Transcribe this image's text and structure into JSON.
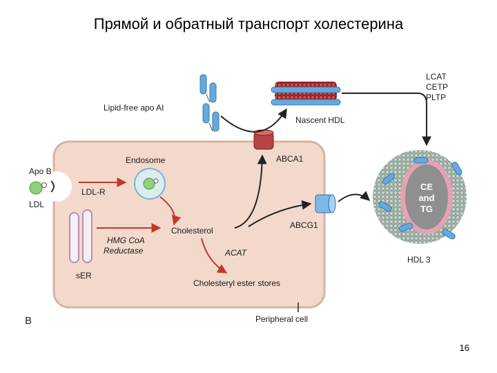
{
  "slide": {
    "title": "Прямой и обратный транспорт холестерина",
    "page_number": "16"
  },
  "diagram": {
    "panel_label": "B",
    "labels": {
      "lipid_free_apo_ai": "Lipid-free apo AI",
      "nascent_hdl": "Nascent HDL",
      "lcat": "LCAT",
      "cetp": "CETP",
      "pltp": "PLTP",
      "endosome": "Endosome",
      "abca1": "ABCA1",
      "apo_b": "Apo B",
      "ldl": "LDL",
      "ldl_r": "LDL-R",
      "cholesterol": "Cholesterol",
      "abcg1": "ABCG1",
      "hmg_coa_line1": "HMG CoA",
      "hmg_coa_line2": "Reductase",
      "acat": "ACAT",
      "ser": "sER",
      "cholesteryl_ester_stores": "Cholesteryl ester stores",
      "peripheral_cell": "Peripheral cell",
      "hdl3": "HDL 3",
      "ce": "CE",
      "and": "and",
      "tg": "TG"
    }
  }
}
